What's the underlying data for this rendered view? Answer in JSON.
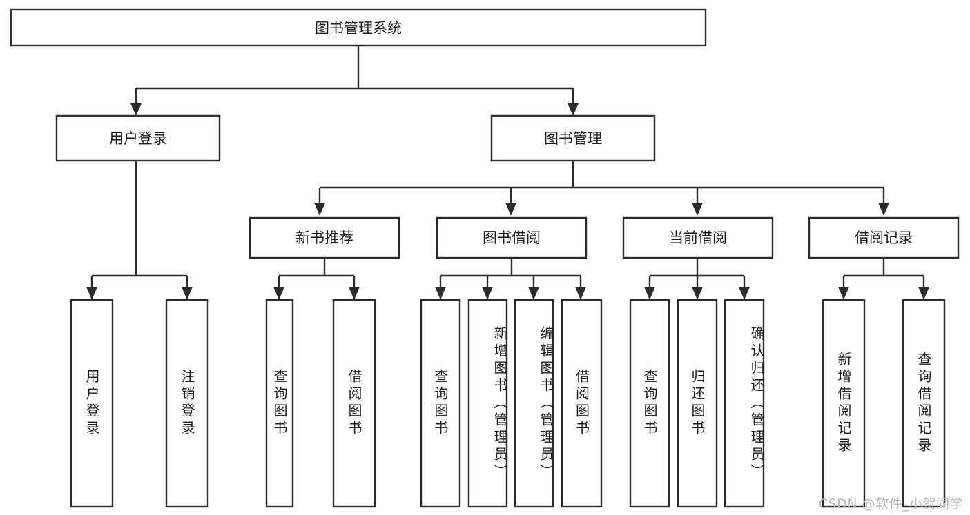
{
  "diagram": {
    "type": "tree-hierarchy",
    "title": "图书管理系统",
    "orientation": "top-down",
    "colors": {
      "box_fill": "#ffffff",
      "box_stroke": "#2b2b2b",
      "text": "#1b1b1b",
      "background": "#ffffff",
      "watermark": "#b9b9b9"
    },
    "levels": {
      "root": {
        "label": "图书管理系统"
      },
      "level2": [
        {
          "label": "用户登录"
        },
        {
          "label": "图书管理"
        }
      ],
      "level3": [
        {
          "label": "新书推荐"
        },
        {
          "label": "图书借阅"
        },
        {
          "label": "当前借阅"
        },
        {
          "label": "借阅记录"
        }
      ],
      "leaves": [
        {
          "label": "用户登录",
          "parent": "用户登录"
        },
        {
          "label": "注销登录",
          "parent": "用户登录"
        },
        {
          "label": "查询图书",
          "parent": "新书推荐"
        },
        {
          "label": "借阅图书",
          "parent": "新书推荐"
        },
        {
          "label": "查询图书",
          "parent": "图书借阅"
        },
        {
          "label": "新增图书（管理员）",
          "parent": "图书借阅"
        },
        {
          "label": "编辑图书（管理员）",
          "parent": "图书借阅"
        },
        {
          "label": "借阅图书",
          "parent": "图书借阅"
        },
        {
          "label": "查询图书",
          "parent": "当前借阅"
        },
        {
          "label": "归还图书",
          "parent": "当前借阅"
        },
        {
          "label": "确认归还（管理员）",
          "parent": "当前借阅"
        },
        {
          "label": "新增借阅记录",
          "parent": "借阅记录"
        },
        {
          "label": "查询借阅记录",
          "parent": "借阅记录"
        }
      ]
    }
  },
  "watermark": {
    "text": "CSDN @软件_小贺同学"
  }
}
